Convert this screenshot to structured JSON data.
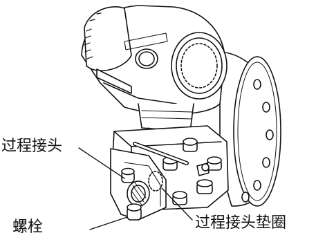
{
  "labels": {
    "process_connector": "过程接头",
    "bolt": "螺栓",
    "process_connector_gasket": "过程接头垫圈"
  }
}
